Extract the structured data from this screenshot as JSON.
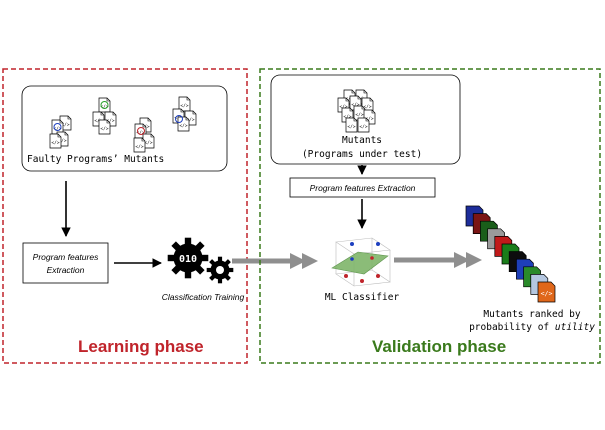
{
  "learning": {
    "title": "Learning phase",
    "color": "#c0242b",
    "programs_label": "Faulty Programs’ Mutants",
    "feature_box_line1": "Program features",
    "feature_box_line2": "Extraction",
    "training_label": "Classification Training"
  },
  "validation": {
    "title": "Validation phase",
    "color": "#3a7a1c",
    "mutants_line1": "Mutants",
    "mutants_line2": "(Programs under test)",
    "feature_box": "Program features Extraction",
    "classifier_label": "ML Classifier",
    "ranked_line1": "Mutants ranked by",
    "ranked_line2_prefix": "probability of",
    "ranked_line2_emph": "utility"
  },
  "code_glyph": "</>",
  "icons": {
    "gear": "gears-icon",
    "doc": "document-stack-icon",
    "plot": "3d-scatter-icon"
  },
  "doc_colors": [
    "#1d2d9a",
    "#7a1515",
    "#1a5e1a",
    "#9a9a9a",
    "#c11a1a",
    "#1a7d1a",
    "#0d0d0d",
    "#1e3fb8",
    "#2a8a2a",
    "#b4c7e0",
    "#e0671a"
  ]
}
